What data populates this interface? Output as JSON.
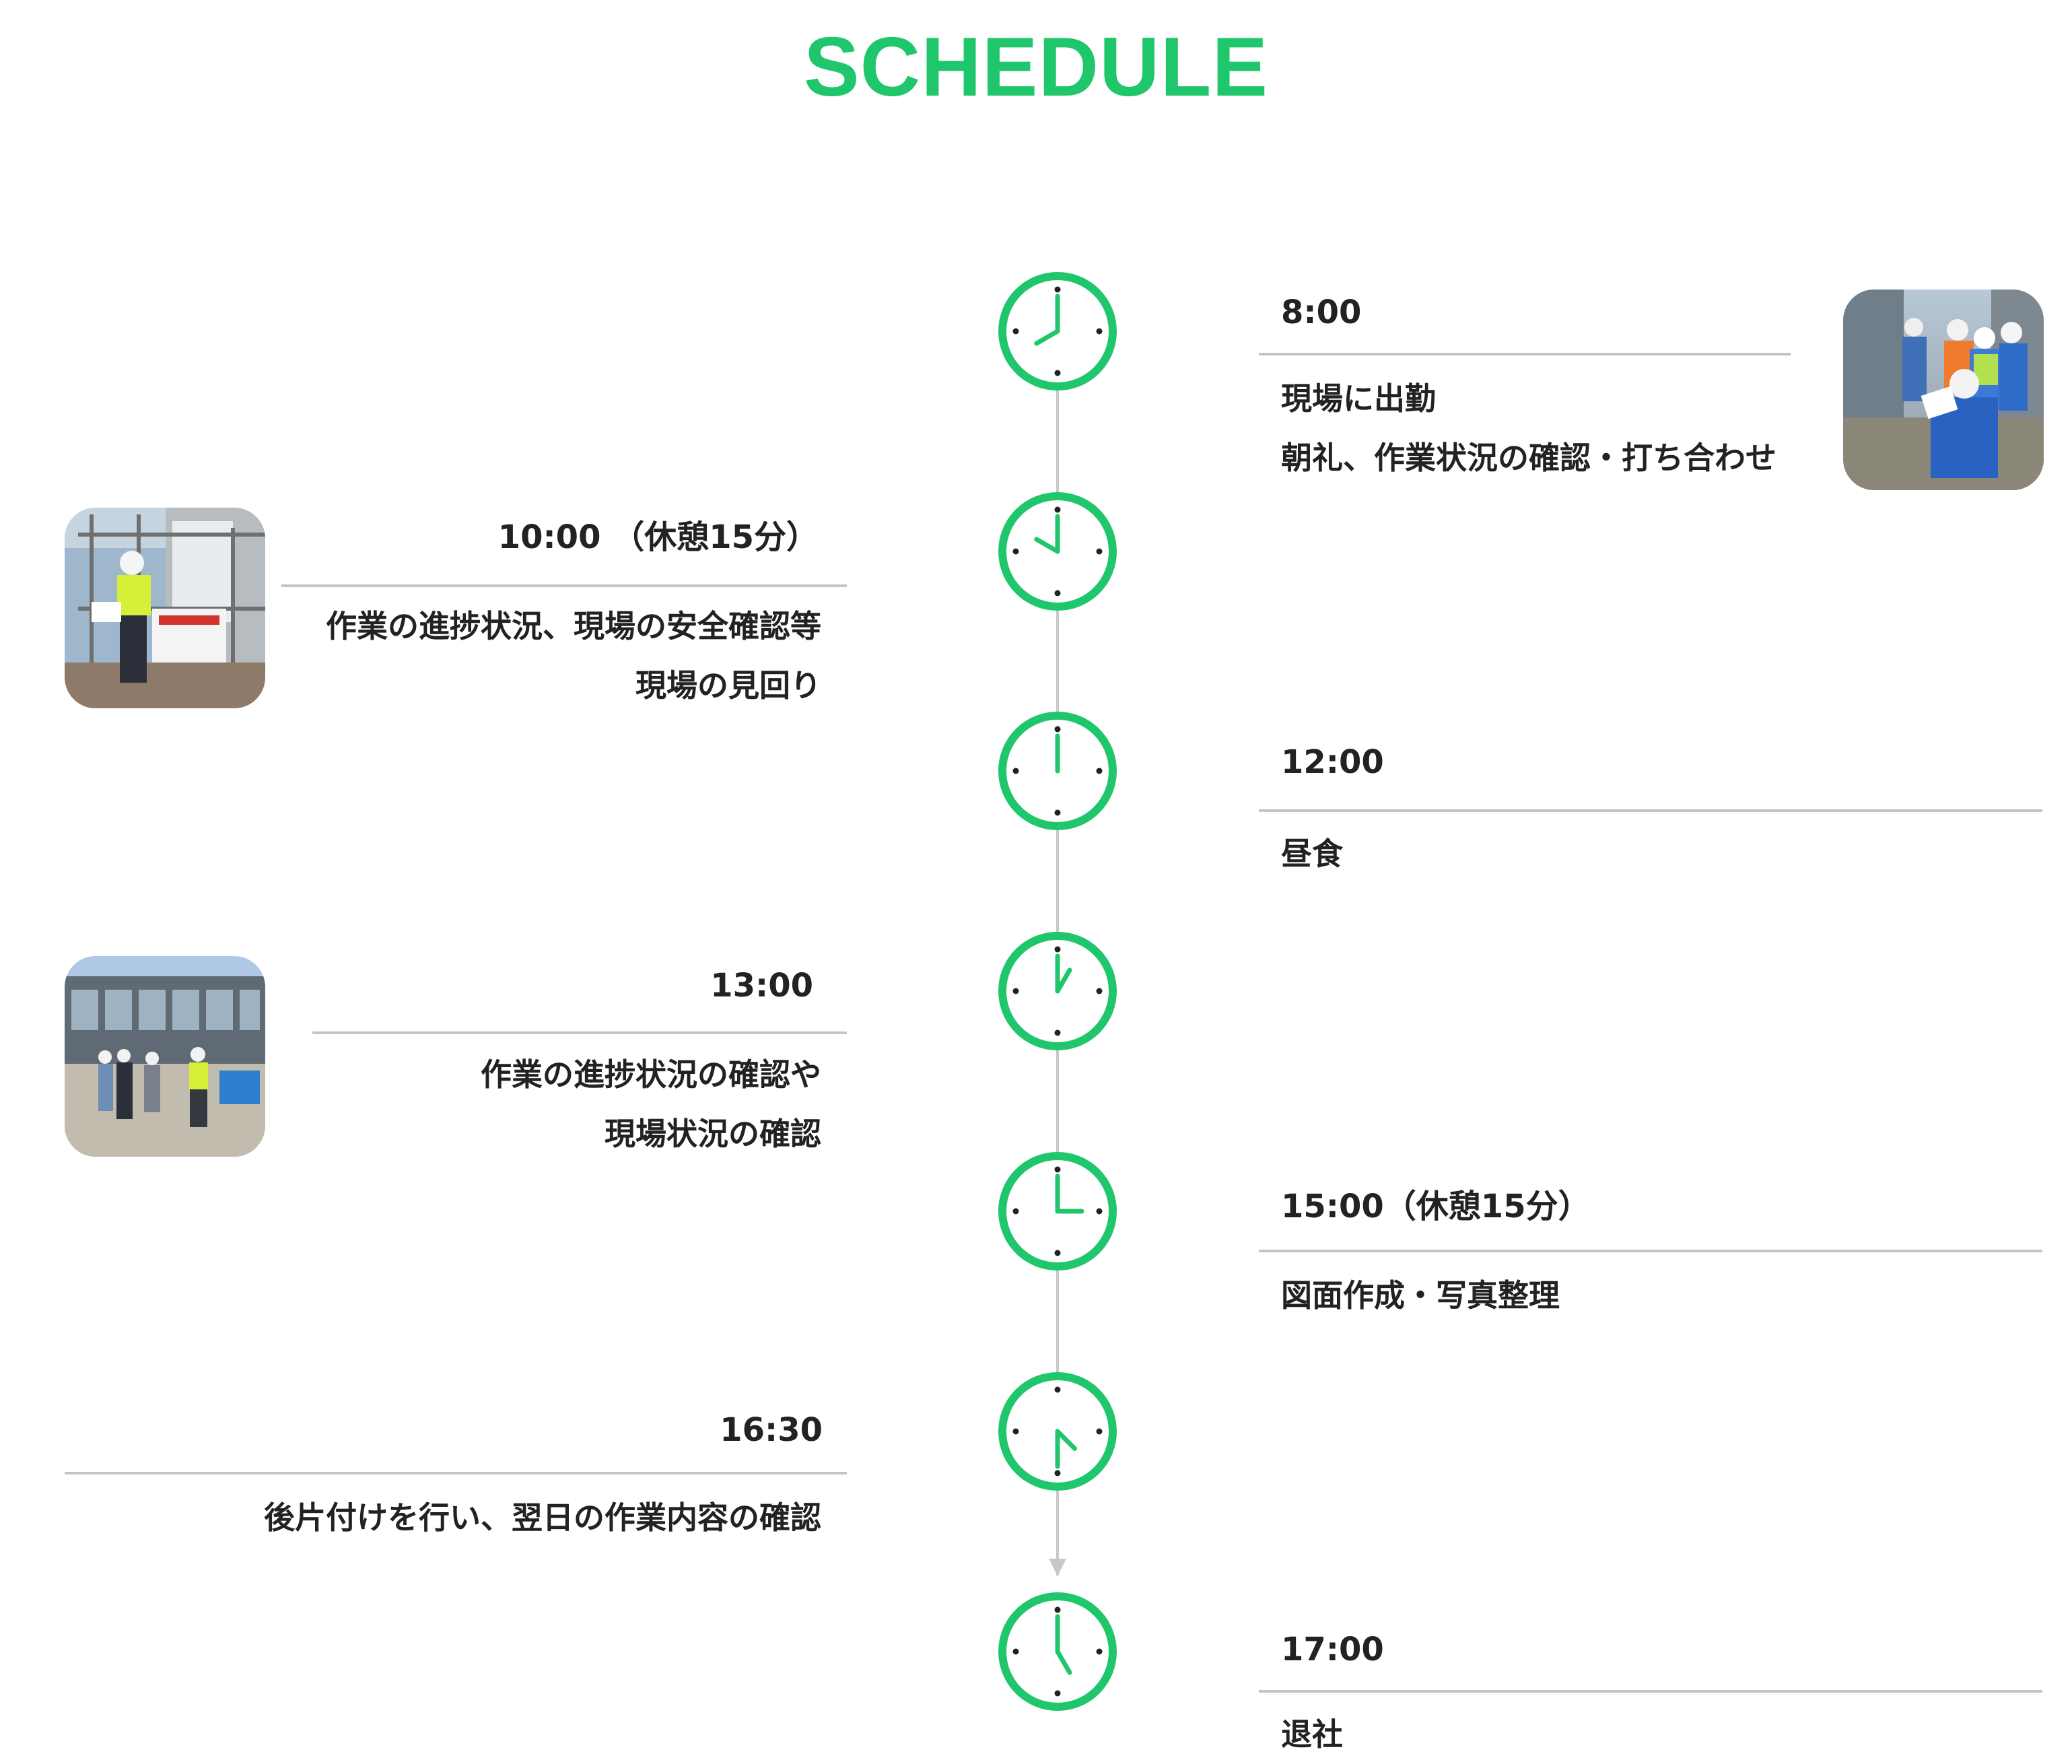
{
  "header": {
    "title": "SCHEDULE"
  },
  "colors": {
    "accent": "#1fc66b",
    "line": "#c8c8c8",
    "text": "#222222"
  },
  "schedule": [
    {
      "time": "8:00",
      "side": "right",
      "lines": [
        "現場に出勤",
        "朝礼、作業状況の確認・打ち合わせ"
      ],
      "clock": {
        "hour": 8,
        "minute": 0
      },
      "photo": "site-meeting-photo"
    },
    {
      "time": "10:00 （休憩15分）",
      "side": "left",
      "lines": [
        "作業の進捗状況、現場の安全確認等",
        "現場の見回り"
      ],
      "clock": {
        "hour": 10,
        "minute": 0
      },
      "photo": "safety-check-photo"
    },
    {
      "time": "12:00",
      "side": "right",
      "lines": [
        "昼食"
      ],
      "clock": {
        "hour": 12,
        "minute": 0
      }
    },
    {
      "time": "13:00",
      "side": "left",
      "lines": [
        "作業の進捗状況の確認や",
        "現場状況の確認"
      ],
      "clock": {
        "hour": 1,
        "minute": 0
      },
      "photo": "site-inspection-photo"
    },
    {
      "time": "15:00（休憩15分）",
      "side": "right",
      "lines": [
        "図面作成・写真整理"
      ],
      "clock": {
        "hour": 3,
        "minute": 0
      }
    },
    {
      "time": "16:30",
      "side": "left",
      "lines": [
        "後片付けを行い、翌日の作業内容の確認"
      ],
      "clock": {
        "hour": 4,
        "minute": 30
      }
    },
    {
      "time": "17:00",
      "side": "right",
      "lines": [
        "退社"
      ],
      "clock": {
        "hour": 5,
        "minute": 0
      }
    }
  ]
}
